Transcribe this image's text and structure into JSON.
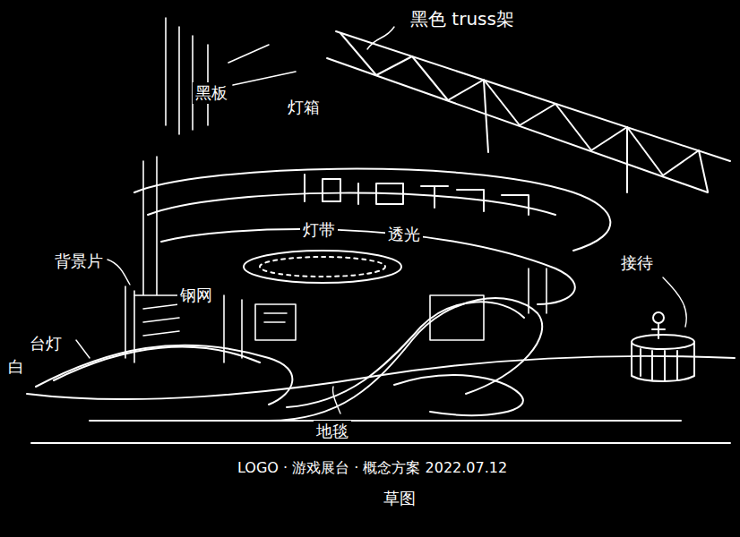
{
  "diagram": {
    "labels": [
      "黑色 truss架",
      "黑板",
      "灯箱",
      "背景片",
      "钢网",
      "台灯",
      "白",
      "灯带",
      "透光",
      "接待",
      "地毯",
      "LOGO · 游戏展台 · 概念方案 2022.07.12",
      "草图"
    ]
  }
}
